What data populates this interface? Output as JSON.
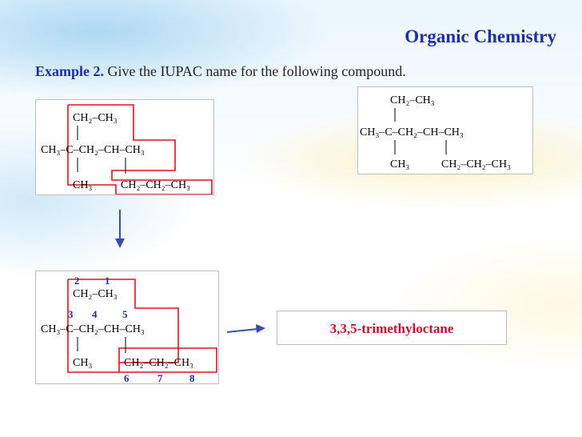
{
  "header": {
    "title": "Organic Chemistry",
    "example_label": "Example 2.",
    "example_text": " Give the IUPAC name for the following compound."
  },
  "formula_labels": {
    "ch2_ch3": "CH₂–CH₃",
    "main_chain": "CH₃–C–CH₂–CH–CH₃",
    "ch3": "CH₃",
    "propyl": "CH₂–CH₂–CH₃"
  },
  "numbers": [
    "1",
    "2",
    "3",
    "4",
    "5",
    "6",
    "7",
    "8"
  ],
  "answer": "3,3,5-trimethyloctane",
  "colors": {
    "highlight": "#e01020",
    "title": "#1f2fa3",
    "numbering": "#1f2fa3",
    "arrow": "#3a4aa6"
  }
}
